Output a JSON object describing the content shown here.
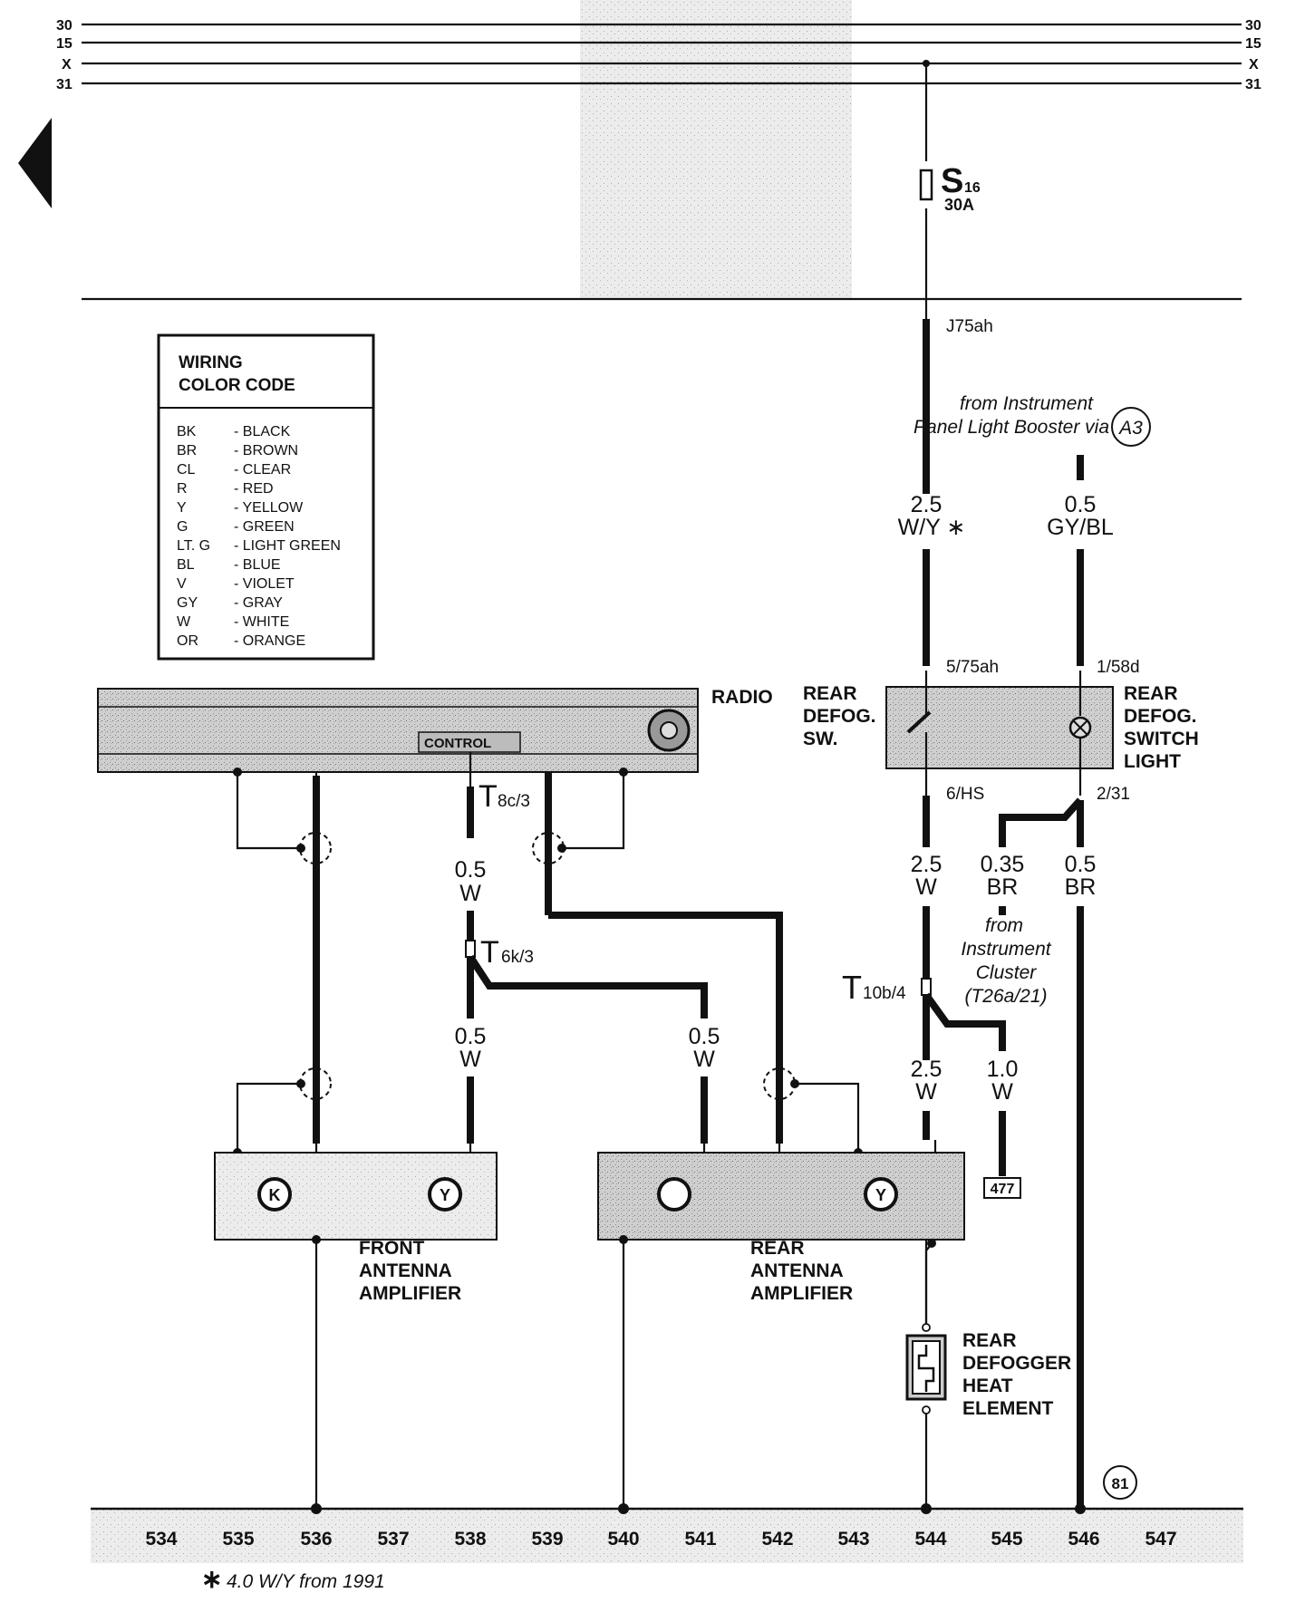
{
  "rails": {
    "left": [
      "30",
      "15",
      "X",
      "31"
    ],
    "right": [
      "30",
      "15",
      "X",
      "31"
    ]
  },
  "fuse": {
    "id": "S",
    "sub": "16",
    "rating": "30A"
  },
  "connectors": {
    "j75ah": "J75ah",
    "pin_5_75ah": "5/75ah",
    "pin_1_58d": "1/58d",
    "pin_6_hs": "6/HS",
    "pin_2_31": "2/31",
    "t8c": {
      "main": "T",
      "sub": "8c/3"
    },
    "t6k": {
      "main": "T",
      "sub": "6k/3"
    },
    "t10b": {
      "main": "T",
      "sub": "10b/4"
    }
  },
  "notes": {
    "from_booster_line1": "from Instrument",
    "from_booster_line2": "Panel Light Booster via",
    "booster_ref": "A3",
    "from_cluster_line1": "from",
    "from_cluster_line2": "Instrument",
    "from_cluster_line3": "Cluster",
    "from_cluster_line4": "(T26a/21)",
    "footnote_star": "∗",
    "footnote": "4.0 W/Y from 1991",
    "page_ref": "477",
    "ground_ref": "81"
  },
  "wire_labels": {
    "wy_gauge": "2.5",
    "wy_color": "W/Y ∗",
    "gybl_gauge": "0.5",
    "gybl_color": "GY/BL",
    "w_rad_gauge": "0.5",
    "w_rad_color": "W",
    "w_front_gauge": "0.5",
    "w_front_color": "W",
    "w_rear_gauge": "0.5",
    "w_rear_color": "W",
    "w_sw_gauge": "2.5",
    "w_sw_color": "W",
    "br035_gauge": "0.35",
    "br035_color": "BR",
    "br05_gauge": "0.5",
    "br05_color": "BR",
    "w_heat_gauge": "2.5",
    "w_heat_color": "W",
    "w_10_gauge": "1.0",
    "w_10_color": "W"
  },
  "components": {
    "radio": "RADIO",
    "radio_control": "CONTROL",
    "rear_defog_sw": [
      "REAR",
      "DEFOG.",
      "SW."
    ],
    "rear_defog_light": [
      "REAR",
      "DEFOG.",
      "SWITCH",
      "LIGHT"
    ],
    "front_amp": [
      "FRONT",
      "ANTENNA",
      "AMPLIFIER"
    ],
    "rear_amp": [
      "REAR",
      "ANTENNA",
      "AMPLIFIER"
    ],
    "heat_element": [
      "REAR",
      "DEFOGGER",
      "HEAT",
      "ELEMENT"
    ]
  },
  "legend": {
    "title_line1": "WIRING",
    "title_line2": "COLOR CODE",
    "items": [
      {
        "code": "BK",
        "name": "- BLACK"
      },
      {
        "code": "BR",
        "name": "- BROWN"
      },
      {
        "code": "CL",
        "name": "- CLEAR"
      },
      {
        "code": "R",
        "name": "- RED"
      },
      {
        "code": "Y",
        "name": "- YELLOW"
      },
      {
        "code": "G",
        "name": "- GREEN"
      },
      {
        "code": "LT. G",
        "name": "- LIGHT GREEN"
      },
      {
        "code": "BL",
        "name": "- BLUE"
      },
      {
        "code": "V",
        "name": "- VIOLET"
      },
      {
        "code": "GY",
        "name": "- GRAY"
      },
      {
        "code": "W",
        "name": "- WHITE"
      },
      {
        "code": "OR",
        "name": "- ORANGE"
      }
    ]
  },
  "track_numbers": [
    "534",
    "535",
    "536",
    "537",
    "538",
    "539",
    "540",
    "541",
    "542",
    "543",
    "544",
    "545",
    "546",
    "547"
  ]
}
